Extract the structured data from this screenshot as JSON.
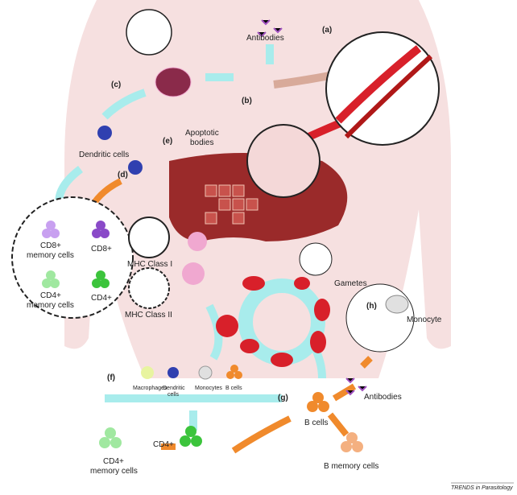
{
  "labels": {
    "a": "(a)",
    "b": "(b)",
    "c": "(c)",
    "d": "(d)",
    "e": "(e)",
    "f": "(f)",
    "g": "(g)",
    "h": "(h)",
    "antibodies_top": "Antibodies",
    "dendritic_cells": "Dendritic cells",
    "apoptotic_1": "Apoptotic",
    "apoptotic_2": "bodies",
    "cd8_memory_1": "CD8+",
    "cd8_memory_2": "memory cells",
    "cd8": "CD8+",
    "cd4_memory_1": "CD4+",
    "cd4_memory_2": "memory cells",
    "cd4": "CD4+",
    "mhc1": "MHC Class I",
    "mhc2": "MHC Class II",
    "gametes": "Gametes",
    "monocyte": "Monocyte",
    "macrophages": "Macrophages",
    "dendritic_f_1": "Dendritic",
    "dendritic_f_2": "cells",
    "monocytes": "Monocytes",
    "b_cells_f": "B cells",
    "antibodies_bottom": "Antibodies",
    "b_cells_g": "B cells",
    "cd4_bottom": "CD4+",
    "cd4_memory_bottom_1": "CD4+",
    "cd4_memory_bottom_2": "memory cells",
    "b_memory": "B memory cells",
    "credit": "TRENDS in Parasitology"
  },
  "colors": {
    "body": "#f6dede",
    "liver": "#9a2a2a",
    "rbc": "#d8202a",
    "arrow_cyan": "#a8ecec",
    "arrow_orange": "#f08a2c",
    "cd8": "#8a4ac8",
    "cd4": "#3cc43c"
  }
}
